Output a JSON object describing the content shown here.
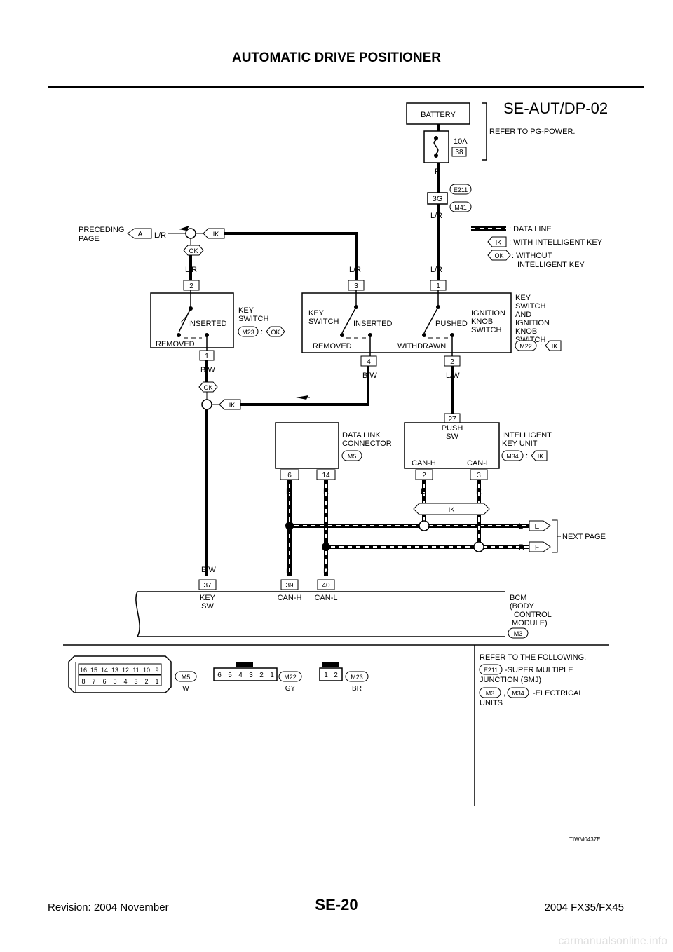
{
  "header": {
    "title": "AUTOMATIC DRIVE POSITIONER"
  },
  "footer": {
    "revision": "Revision: 2004 November",
    "page": "SE-20",
    "model": "2004 FX35/FX45",
    "watermark": "carmanualsonline.info"
  },
  "diagram": {
    "id": "SE-AUT/DP-02",
    "battery": "BATTERY",
    "fuse_rating": "10A",
    "fuse_no": "38",
    "refer_pg": "REFER TO PG-POWER.",
    "wire_r": "R",
    "wire_lr": "L/R",
    "wire_bw": "B/W",
    "wire_lw": "L/W",
    "wire_l": "L",
    "conn_e211": "E211",
    "conn_m41": "M41",
    "conn_m23": "M23",
    "conn_m22": "M22",
    "conn_m5": "M5",
    "conn_m34": "M34",
    "conn_m3": "M3",
    "junction_3g": "3G",
    "ik": "IK",
    "ok": "OK",
    "colon": ":",
    "comma": ",",
    "arrow_a": "A",
    "arrow_e": "E",
    "arrow_f": "F",
    "legend_data_line": ": DATA LINE",
    "legend_with_ik": ": WITH INTELLIGENT KEY",
    "legend_without_1": ": WITHOUT",
    "legend_without_2": "INTELLIGENT KEY",
    "preceding_1": "PRECEDING",
    "preceding_2": "PAGE",
    "next_page": "NEXT PAGE",
    "key_switch_1": "KEY",
    "key_switch_2": "SWITCH",
    "inserted": "INSERTED",
    "removed": "REMOVED",
    "pushed": "PUSHED",
    "withdrawn": "WITHDRAWN",
    "ign_1": "IGNITION",
    "ign_2": "KNOB",
    "ign_3": "SWITCH",
    "ksw_and_1": "KEY",
    "ksw_and_2": "SWITCH",
    "ksw_and_3": "AND",
    "ksw_and_4": "IGNITION",
    "ksw_and_5": "KNOB",
    "ksw_and_6": "SWITCH",
    "dlc_1": "DATA LINK",
    "dlc_2": "CONNECTOR",
    "push_1": "PUSH",
    "push_2": "SW",
    "can_h": "CAN-H",
    "can_l": "CAN-L",
    "iku_1": "INTELLIGENT",
    "iku_2": "KEY UNIT",
    "keysw_1": "KEY",
    "keysw_2": "SW",
    "bcm_1": "BCM",
    "bcm_2": "(BODY",
    "bcm_3": "CONTROL",
    "bcm_4": "MODULE)",
    "pins": {
      "p1": "1",
      "p2": "2",
      "p3": "3",
      "p4": "4",
      "p6": "6",
      "p14": "14",
      "p27": "27",
      "p37": "37",
      "p39": "39",
      "p40": "40"
    },
    "connector_views": {
      "m5_top": [
        "16",
        "15",
        "14",
        "13",
        "12",
        "11",
        "10",
        "9"
      ],
      "m5_bottom": [
        "8",
        "7",
        "6",
        "5",
        "4",
        "3",
        "2",
        "1"
      ],
      "m5_color": "W",
      "m22_pins": [
        "6",
        "5",
        "4",
        "3",
        "2",
        "1"
      ],
      "m22_color": "GY",
      "m23_pins": [
        "1",
        "2"
      ],
      "m23_color": "BR"
    },
    "refer_following": "REFER TO THE FOLLOWING.",
    "smj_1": "-SUPER MULTIPLE",
    "smj_2": "JUNCTION (SMJ)",
    "elec_1": "-ELECTRICAL",
    "elec_2": "UNITS",
    "figure_code": "TIWM0437E"
  }
}
